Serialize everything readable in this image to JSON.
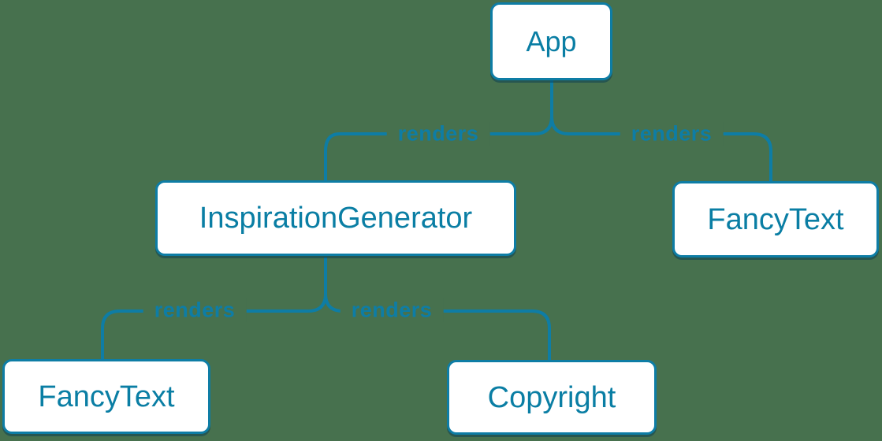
{
  "colors": {
    "background": "#47714e",
    "accent": "#0e7da5",
    "node_fill": "#ffffff",
    "node_text": "#0a7ea4"
  },
  "diagram": {
    "type": "render-tree",
    "nodes": [
      {
        "id": "app",
        "label": "App"
      },
      {
        "id": "inspiration-generator",
        "label": "InspirationGenerator"
      },
      {
        "id": "fancy-text-top-right",
        "label": "FancyText"
      },
      {
        "id": "fancy-text-bottom-left",
        "label": "FancyText"
      },
      {
        "id": "copyright",
        "label": "Copyright"
      }
    ],
    "edges": [
      {
        "from": "App",
        "to": "InspirationGenerator",
        "label": "renders"
      },
      {
        "from": "App",
        "to": "FancyText",
        "label": "renders"
      },
      {
        "from": "InspirationGenerator",
        "to": "FancyText",
        "label": "renders"
      },
      {
        "from": "InspirationGenerator",
        "to": "Copyright",
        "label": "renders"
      }
    ]
  }
}
